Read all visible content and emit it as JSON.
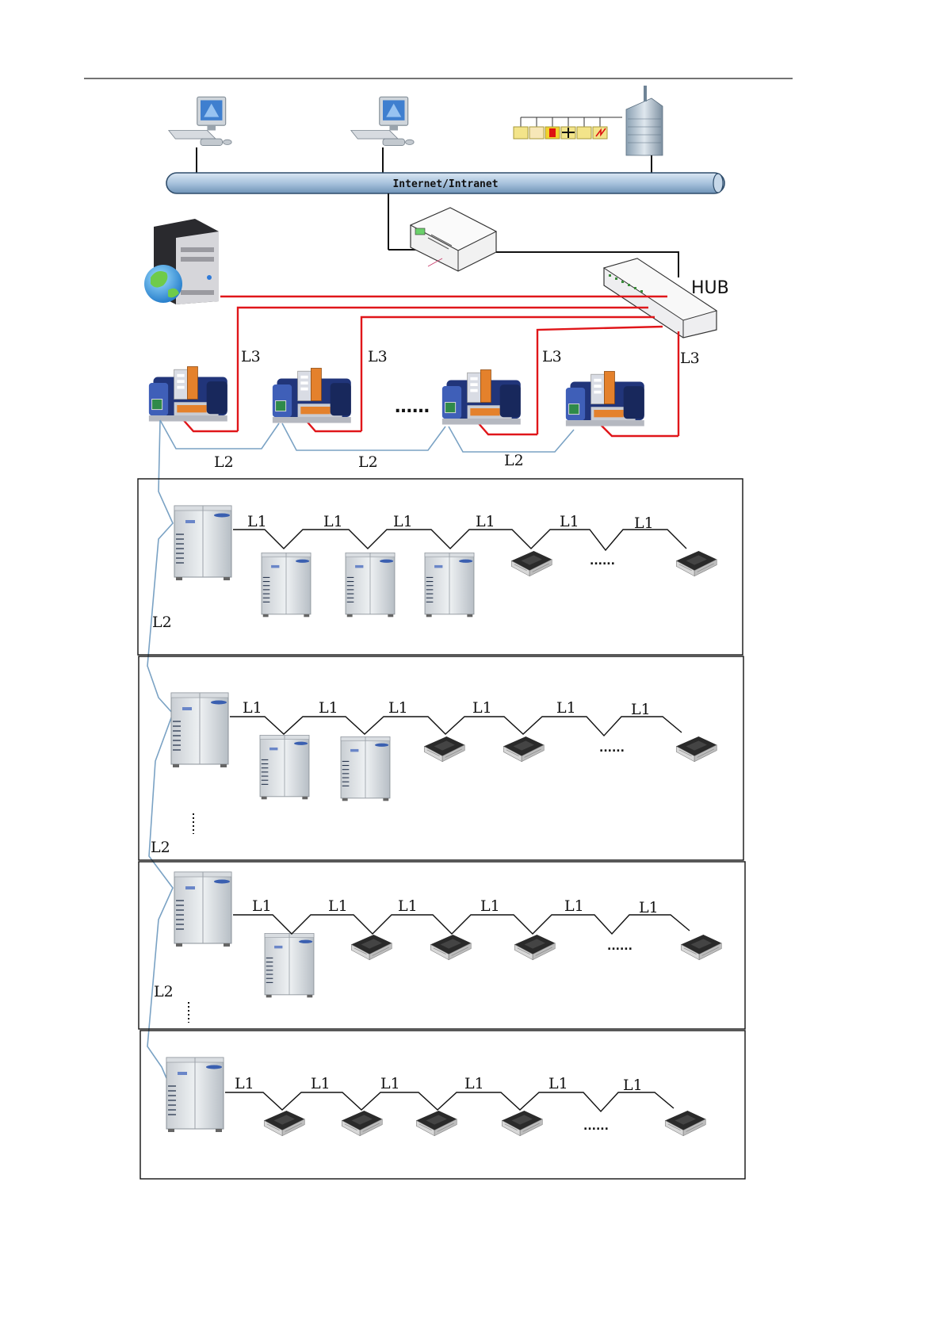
{
  "network": {
    "label": "Internet/Intranet"
  },
  "hub": {
    "label": "HUB"
  },
  "links": {
    "l1": "L1",
    "l2": "L2",
    "l3": "L3"
  },
  "ellipsis": "……",
  "ellipsis_short": "......",
  "colors": {
    "red_link": "#e0161a",
    "blue_link": "#7aa2c4",
    "pipe_fill": "#a9c3dd",
    "black_link": "#111111"
  },
  "icons": {
    "workstation": "computer-monitor-icon",
    "building": "office-building-icon",
    "server": "web-server-icon",
    "router": "router-icon",
    "hub": "network-hub-icon",
    "gateway": "gateway-controller-icon",
    "outdoor_unit": "outdoor-ac-unit-icon",
    "indoor_unit": "ceiling-cassette-icon"
  }
}
